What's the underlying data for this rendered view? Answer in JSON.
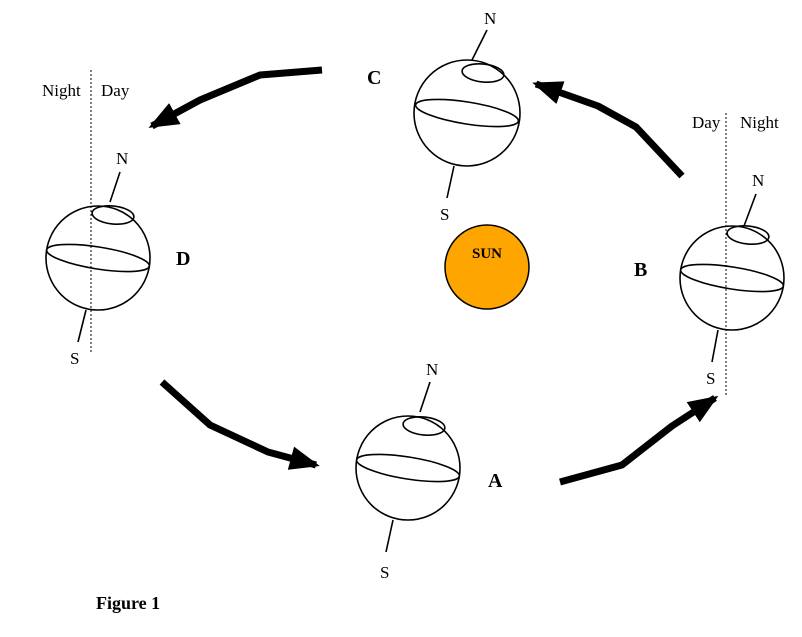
{
  "sun": {
    "label": "SUN",
    "color": "#FFA500"
  },
  "planets": {
    "A": {
      "position_label": "A",
      "north_label": "N",
      "south_label": "S"
    },
    "B": {
      "position_label": "B",
      "north_label": "N",
      "south_label": "S"
    },
    "C": {
      "position_label": "C",
      "north_label": "N",
      "south_label": "S"
    },
    "D": {
      "position_label": "D",
      "north_label": "N",
      "south_label": "S"
    }
  },
  "terminators": {
    "left": {
      "left_label": "Night",
      "right_label": "Day"
    },
    "right": {
      "left_label": "Day",
      "right_label": "Night"
    }
  },
  "caption": "Figure 1"
}
